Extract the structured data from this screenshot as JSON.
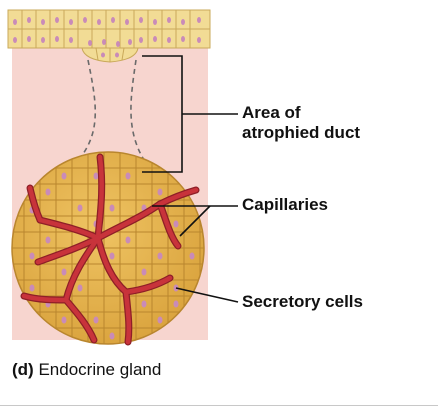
{
  "labels": {
    "duct_line1": "Area of",
    "duct_line2": "atrophied duct",
    "capillaries": "Capillaries",
    "secretory": "Secretory cells"
  },
  "caption": {
    "letter": "(d)",
    "text": "Endocrine gland"
  },
  "colors": {
    "background_tissue": "#f7d5cf",
    "epithelium": "#f2dc95",
    "gland_cells": "#e6b44a",
    "capillary": "#c8333b",
    "nucleus": "#c98bb8",
    "leader_line": "#111111"
  }
}
